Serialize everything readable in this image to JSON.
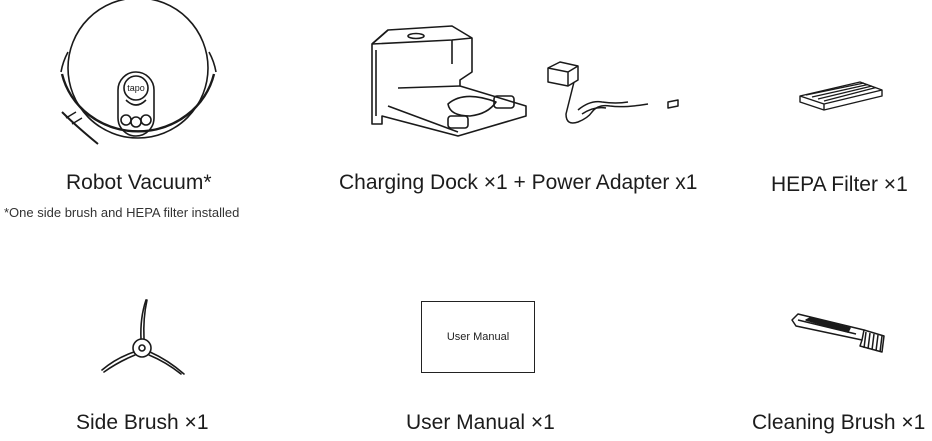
{
  "items": [
    {
      "id": "robot",
      "icon": "robot-vacuum-icon",
      "label": "Robot Vacuum*",
      "logo": "tapo"
    },
    {
      "id": "dock",
      "icon": "charging-dock-icon",
      "label": "Charging Dock ×1 + Power Adapter x1"
    },
    {
      "id": "filter",
      "icon": "hepa-filter-icon",
      "label": "HEPA Filter ×1"
    },
    {
      "id": "side_brush",
      "icon": "side-brush-icon",
      "label": "Side Brush ×1"
    },
    {
      "id": "manual",
      "icon": "user-manual-icon",
      "label": "User Manual ×1",
      "cover_text": "User Manual"
    },
    {
      "id": "cleaning_brush",
      "icon": "cleaning-brush-icon",
      "label": "Cleaning Brush ×1"
    }
  ],
  "footnote": "*One side brush and HEPA filter installed"
}
